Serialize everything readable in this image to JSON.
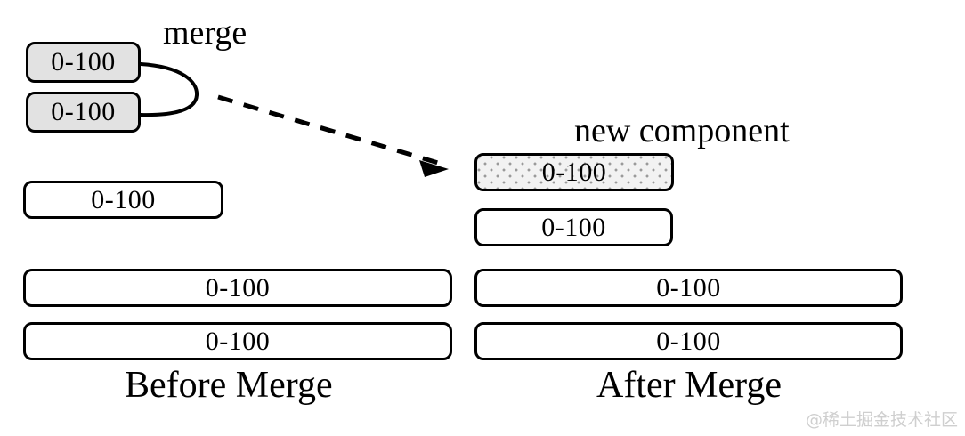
{
  "figure": {
    "title_left": "Before Merge",
    "title_right": "After Merge",
    "merge_label": "merge",
    "new_component_label": "new component",
    "watermark": "@稀土掘金技术社区",
    "colors": {
      "stroke": "#000000",
      "background": "#ffffff",
      "gray_fill": "#e2e2e2",
      "dotted_fill": "#f2f2f2",
      "dot_color": "#9a9a9a",
      "watermark": "#cfcfcf"
    }
  },
  "before": {
    "caption": "Before Merge",
    "nodes": [
      {
        "id": "b-top-1",
        "label": "0-100",
        "fill": "gray"
      },
      {
        "id": "b-top-2",
        "label": "0-100",
        "fill": "gray"
      },
      {
        "id": "b-mid",
        "label": "0-100",
        "fill": "white"
      },
      {
        "id": "b-wide-1",
        "label": "0-100",
        "fill": "white"
      },
      {
        "id": "b-wide-2",
        "label": "0-100",
        "fill": "white"
      }
    ]
  },
  "after": {
    "caption": "After Merge",
    "annotation": "new component",
    "nodes": [
      {
        "id": "a-new",
        "label": "0-100",
        "fill": "dotted"
      },
      {
        "id": "a-second",
        "label": "0-100",
        "fill": "white"
      },
      {
        "id": "a-wide-1",
        "label": "0-100",
        "fill": "white"
      },
      {
        "id": "a-wide-2",
        "label": "0-100",
        "fill": "white"
      }
    ]
  },
  "connectors": {
    "merge_bracket": "curve joining the two gray boxes",
    "transition_arrow": "dashed arrow from merge to new component"
  }
}
